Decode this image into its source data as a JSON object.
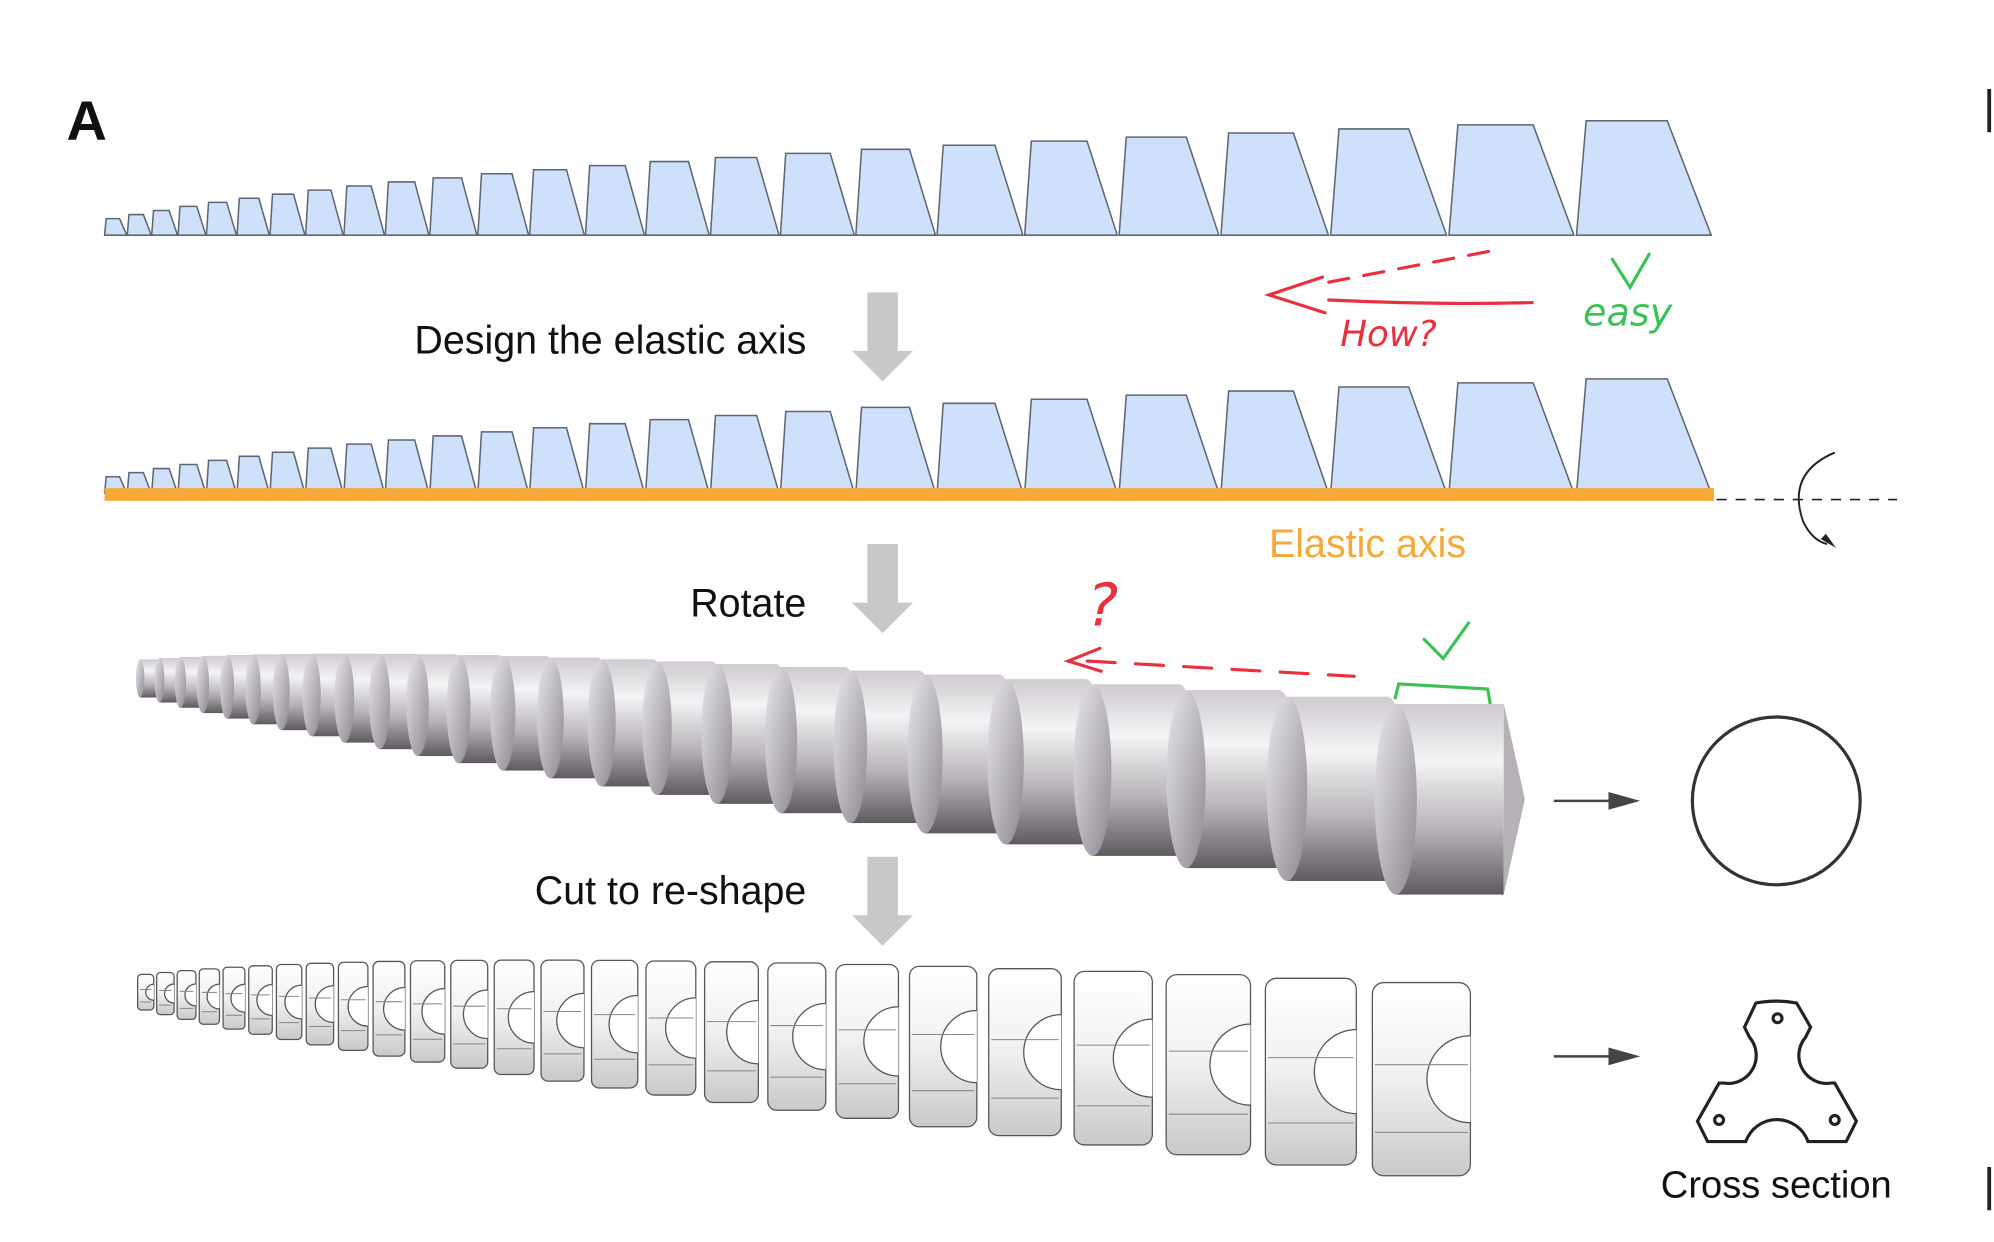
{
  "panel_label": "A",
  "steps": {
    "design": "Design the elastic axis",
    "rotate": "Rotate",
    "cut": "Cut to re-shape"
  },
  "elastic_axis_label": "Elastic axis",
  "annotations": {
    "how": "How?",
    "easy": "easy",
    "question": "?"
  },
  "cross_section_label": "Cross section",
  "segment_count": 25,
  "colors": {
    "trapezoid_fill": "#cfe0fb",
    "trapezoid_stroke": "#5f6670",
    "elastic_axis": "#f5a93a",
    "annotation_red": "#e8303f",
    "annotation_green": "#3cc156",
    "arrow_gray": "#c8c8c8",
    "outline": "#222222"
  }
}
